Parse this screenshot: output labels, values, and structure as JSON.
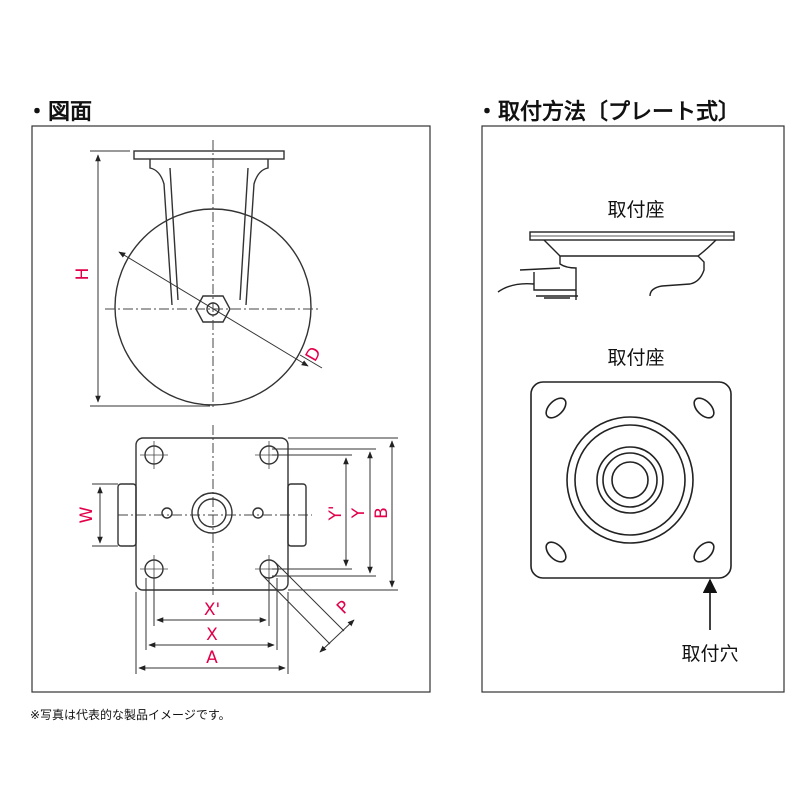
{
  "left_panel": {
    "heading": "・図面",
    "labels": {
      "H": "H",
      "D": "D",
      "W": "W",
      "Yp": "Y'",
      "Y": "Y",
      "B": "B",
      "Xp": "X'",
      "X": "X",
      "A": "A",
      "P": "P"
    }
  },
  "right_panel": {
    "heading": "・取付方法〔プレート式〕",
    "top_caption": "取付座",
    "mid_caption": "取付座",
    "hole_caption": "取付穴"
  },
  "footnote": "※写真は代表的な製品イメージです。",
  "colors": {
    "dimension_label": "#e2004a",
    "line": "#222222"
  }
}
